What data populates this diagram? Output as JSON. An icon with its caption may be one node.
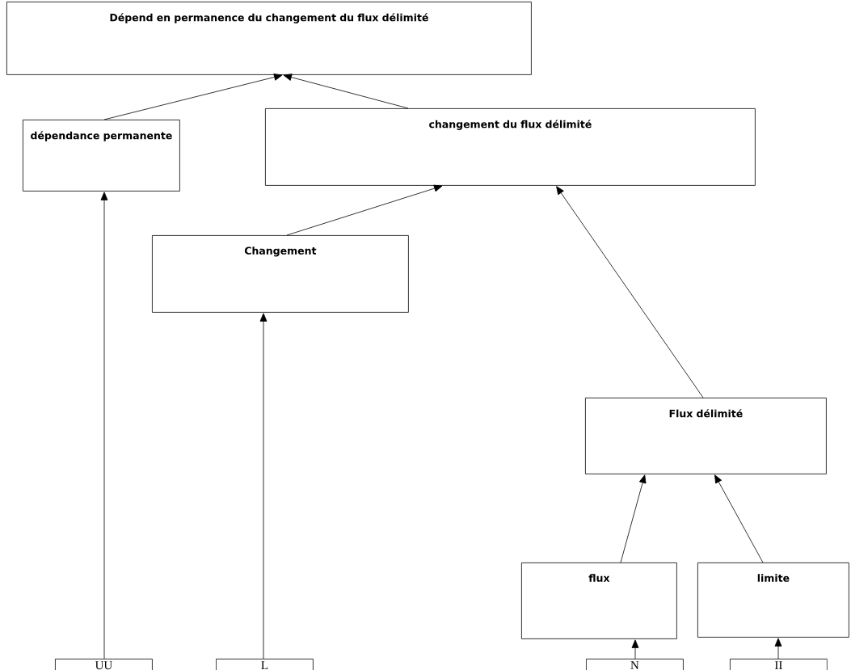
{
  "diagram": {
    "nodes": [
      {
        "text": [
          "Dépend en permanence du changement du flux délimité"
        ]
      },
      {
        "text": [
          "dépendance permanente"
        ]
      },
      {
        "text": [
          "changement du flux délimité"
        ]
      },
      {
        "text": [
          "Changement"
        ]
      },
      {
        "text": [
          "Flux délimité"
        ]
      },
      {
        "text": [
          "flux"
        ]
      },
      {
        "text": [
          "limite"
        ]
      },
      {
        "text": [
          "UU"
        ]
      },
      {
        "text": [
          "L"
        ]
      },
      {
        "text": [
          "N"
        ]
      },
      {
        "text": [
          "II"
        ]
      }
    ],
    "edges": [
      {
        "from": 1,
        "to": 0,
        "arrow": "to"
      },
      {
        "from": 2,
        "to": 0,
        "arrow": "to"
      },
      {
        "from": 3,
        "to": 2,
        "arrow": "to"
      },
      {
        "from": 4,
        "to": 2,
        "arrow": "to"
      },
      {
        "from": 5,
        "to": 4,
        "arrow": "to"
      },
      {
        "from": 6,
        "to": 4,
        "arrow": "to"
      },
      {
        "from": 7,
        "to": 1,
        "arrow": "to"
      },
      {
        "from": 8,
        "to": 3,
        "arrow": "to"
      },
      {
        "from": 9,
        "to": 5,
        "arrow": "to"
      },
      {
        "from": 10,
        "to": 6,
        "arrow": "to"
      }
    ]
  }
}
